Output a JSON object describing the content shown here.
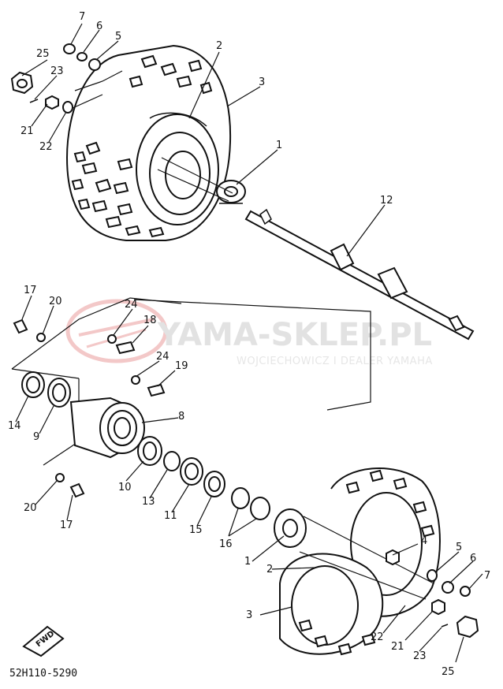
{
  "watermark": {
    "title": "YAMA-SKLEP.PL",
    "subtitle": "WOJCIECHOWICZ I DEALER YAMAHA"
  },
  "diagram_code": "52H110-5290",
  "fwd_label": "FWD",
  "labels": {
    "l7a": "7",
    "l6a": "6",
    "l5a": "5",
    "l25a": "25",
    "l23a": "23",
    "l2a": "2",
    "l3a": "3",
    "l21a": "21",
    "l22a": "22",
    "l1a": "1",
    "l12": "12",
    "l17a": "17",
    "l20a": "20",
    "l24a": "24",
    "l18": "18",
    "l24b": "24",
    "l19": "19",
    "l14": "14",
    "l9": "9",
    "l8": "8",
    "l10": "10",
    "l13": "13",
    "l11": "11",
    "l15": "15",
    "l16": "16",
    "l20b": "20",
    "l17b": "17",
    "l4": "4",
    "l1b": "1",
    "l2b": "2",
    "l3b": "3",
    "l5b": "5",
    "l6b": "6",
    "l7b": "7",
    "l22b": "22",
    "l21b": "21",
    "l23b": "23",
    "l25b": "25"
  },
  "colors": {
    "ink": "#111111",
    "watermark": "#e2e2e2",
    "watermark_logo": "#f3c8c8"
  }
}
